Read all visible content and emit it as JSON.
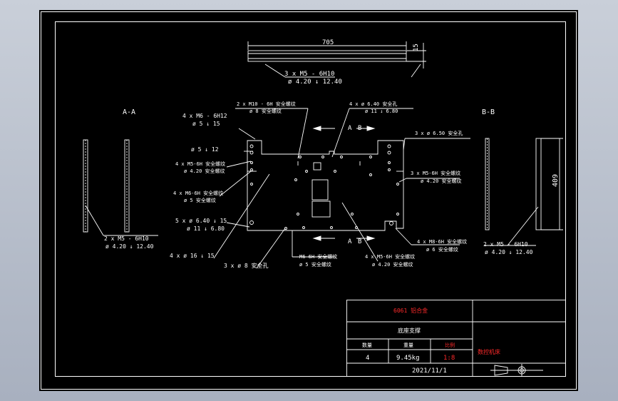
{
  "drawing": {
    "section_a": "A-A",
    "section_b": "B-B",
    "dims": {
      "top_len": "705",
      "top_thk": "15",
      "right_height": "409"
    },
    "callouts": {
      "top_note_1": "3 x  M5 - 6H10",
      "top_note_2": "ø  4.20 ↓ 12.40",
      "l1a": "4 x  M6 - 6H12",
      "l1b": "ø  5 ↓ 15",
      "l2": "ø  5 ↓ 12",
      "l3a": "4 x  M5-6H 安全螺纹",
      "l3b": "ø  4.20 安全螺纹",
      "l4a": "4 x  M6-6H 安全螺纹",
      "l4b": "ø  5 安全螺纹",
      "l5a": "5 x ø  6.40 ↓ 15",
      "l5b": "ø  11 ↓ 6.80",
      "l6": "4 x ø  16 ↓ 15",
      "l7": "3 x ø  8 安全孔",
      "l8a": "M6-6H 安全螺纹",
      "l8b": "ø  5 安全螺纹",
      "l9a": "4 x  M5-6H 安全螺纹",
      "l9b": "ø  4.20 安全螺纹",
      "l10a": "4 x  M8-6H 安全螺纹",
      "l10b": "ø  6 安全螺纹",
      "l11a": "3 x  M5-6H 安全螺纹",
      "l11b": "ø  4.20 安全螺纹",
      "l12": "3 x ø  6.50 安全孔",
      "t1a": "2 x  M10 - 6H 安全螺纹",
      "t1b": "ø  8 安全螺纹",
      "t2a": "4 x ø  6.40 安全孔",
      "t2b": "ø  11 ↓ 6.80",
      "left_note_1": "2 x   M5 - 6H10",
      "left_note_2": "ø  4.20 ↓ 12.40",
      "right_note_1": "2 x   M5 - 6H10",
      "right_note_2": "ø  4.20 ↓ 12.40",
      "sec_a_top": "A",
      "sec_b_top": "B",
      "sec_a_bot": "A",
      "sec_b_bot": "B"
    }
  },
  "title_block": {
    "material": "6061 铝合金",
    "part_name": "底座支撑",
    "hdr_qty": "数量",
    "hdr_weight": "重量",
    "hdr_scale": "比例",
    "qty": "4",
    "weight": "9.45kg",
    "scale": "1:8",
    "org": "数控机床",
    "date": "2021/11/1"
  },
  "colors": {
    "background": "#000000",
    "line": "#ffffff",
    "accent": "#ff2a2a",
    "page": "#c0c7d3"
  }
}
